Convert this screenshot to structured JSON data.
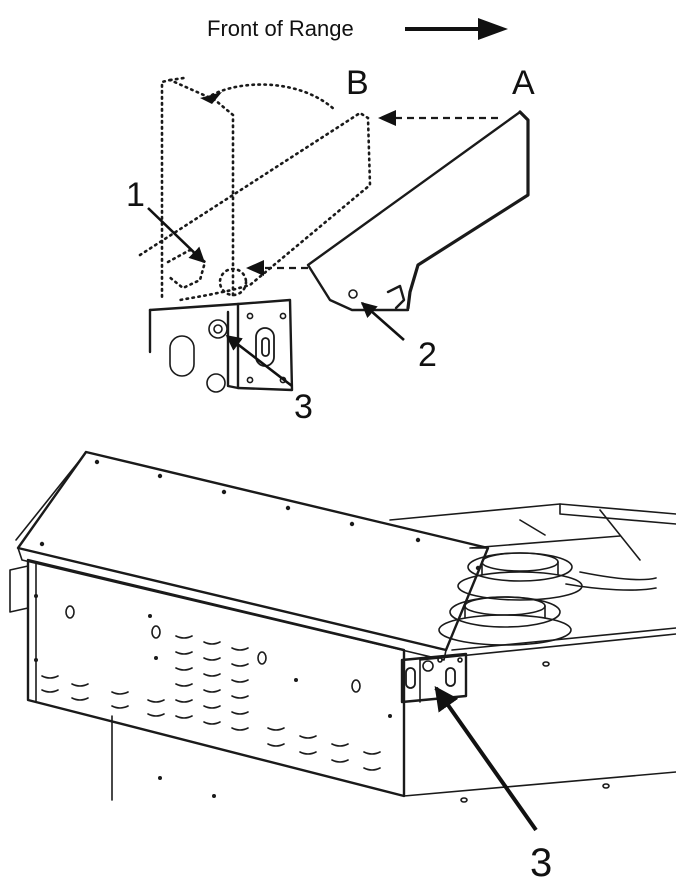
{
  "header": {
    "label": "Front of Range"
  },
  "callouts": {
    "A": "A",
    "B": "B",
    "n1": "1",
    "n2": "2",
    "n3_top": "3",
    "n3_bottom": "3"
  }
}
